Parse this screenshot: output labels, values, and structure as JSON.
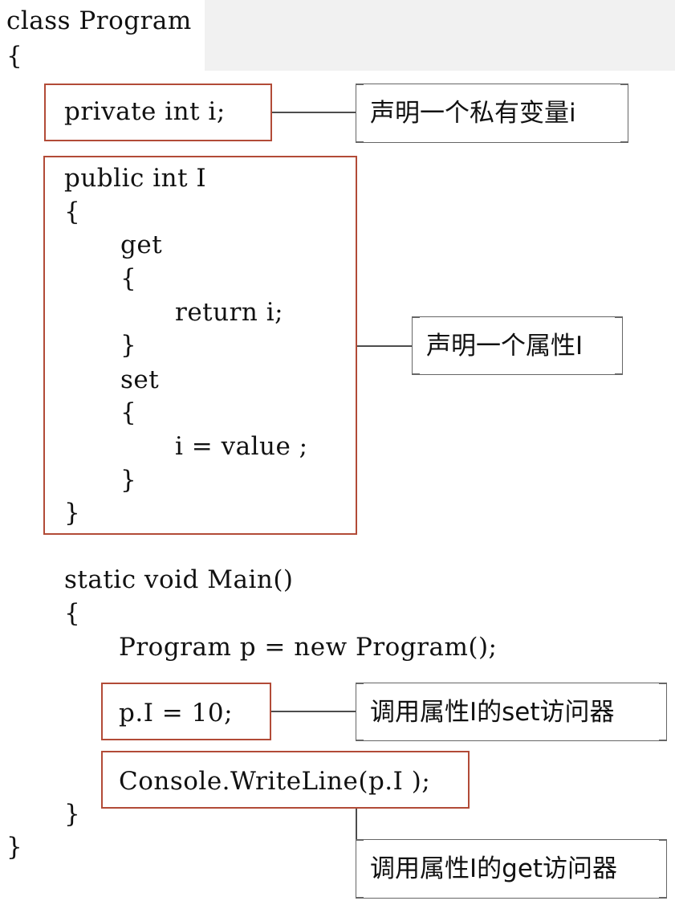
{
  "code": {
    "class_decl": "class Program",
    "open_brace_class": "{",
    "private_field": "private int i;",
    "property_decl": "public int I",
    "open_brace_prop": "{",
    "get_kw": "get",
    "open_brace_get": "{",
    "return_stmt": "return i;",
    "close_brace_get": "}",
    "set_kw": "set",
    "open_brace_set": "{",
    "assign_stmt": "i = value ;",
    "close_brace_set": "}",
    "close_brace_prop": "}",
    "main_decl": "static void Main()",
    "open_brace_main": "{",
    "new_stmt": "Program p = new Program();",
    "set_call": "p.I = 10;",
    "get_call": "Console.WriteLine(p.I );",
    "close_brace_main": "}",
    "close_brace_class": "}"
  },
  "annotations": {
    "field": "声明一个私有变量i",
    "property": "声明一个属性I",
    "set_accessor": "调用属性I的set访问器",
    "get_accessor": "调用属性I的get访问器"
  },
  "colors": {
    "highlight_box": "#b24b37",
    "connector": "#4d4d4d",
    "title_band": "#f1f1f1"
  }
}
